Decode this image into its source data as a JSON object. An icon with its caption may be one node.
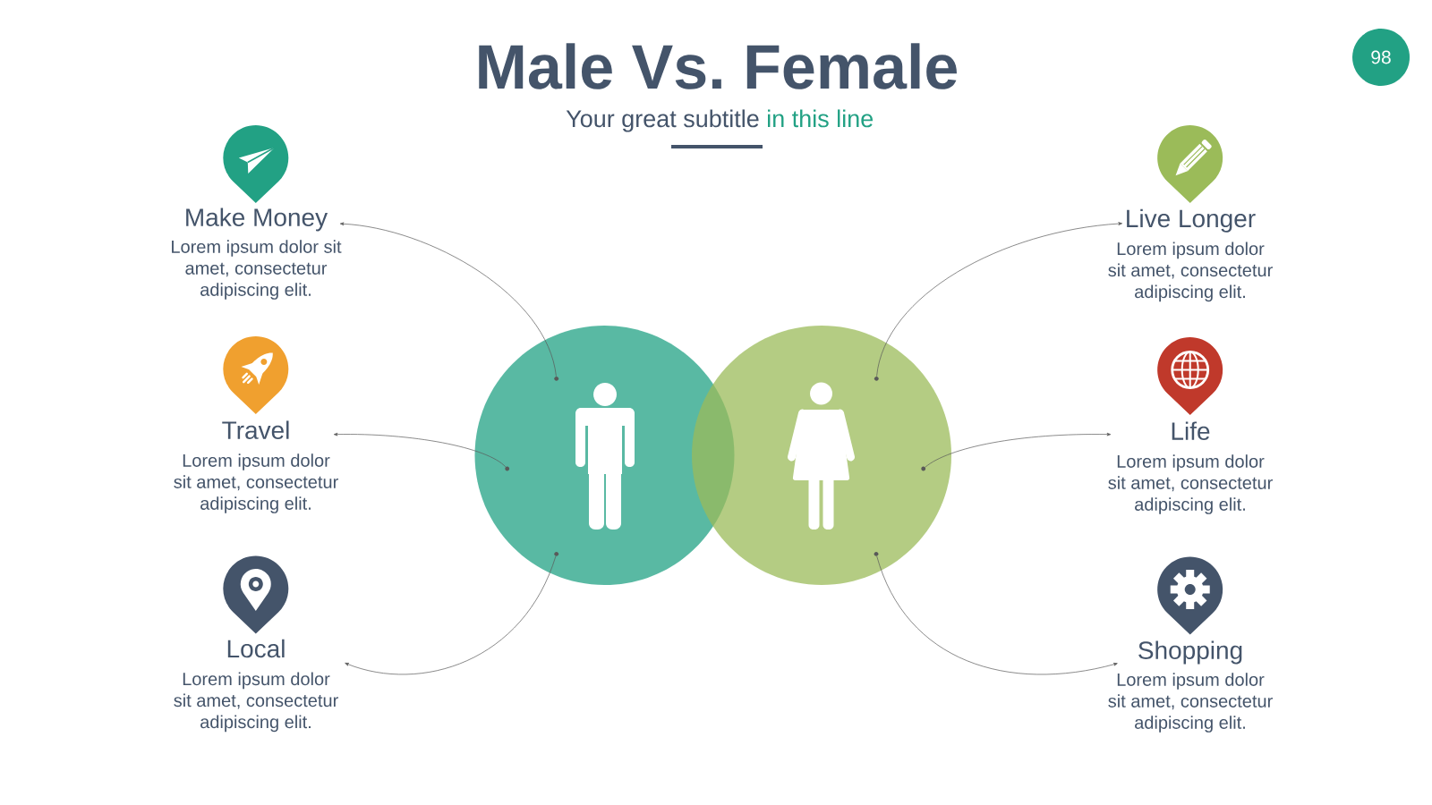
{
  "diagram": {
    "title": "Male Vs. Female",
    "nodes": [
      {
        "text": [
          "98"
        ]
      },
      {
        "text": [
          "Make Money",
          "Lorem ipsum dolor sit amet, consectetur adipiscing elit."
        ]
      },
      {
        "text": [
          "Travel",
          "Lorem ipsum dolor sit amet, consectetur adipiscing elit."
        ]
      },
      {
        "text": [
          "Local",
          "Lorem ipsum dolor sit amet, consectetur adipiscing elit."
        ]
      },
      {
        "text": [],
        "shape": "circle"
      },
      {
        "text": [],
        "shape": "circle",
        "in": 4
      },
      {
        "text": [],
        "shape": "circle",
        "in": 4
      },
      {
        "text": [],
        "shape": "circle",
        "in": 4
      },
      {
        "text": [],
        "shape": "circle"
      },
      {
        "text": [],
        "shape": "circle",
        "in": 8
      },
      {
        "text": [],
        "shape": "circle",
        "in": 8
      },
      {
        "text": [],
        "shape": "circle",
        "in": 8
      },
      {
        "text": [
          "Live Longer",
          "Lorem ipsum dolor sit amet, consectetur adipiscing elit."
        ]
      },
      {
        "text": [
          "Life",
          "Lorem ipsum dolor sit amet, consectetur adipiscing elit."
        ]
      },
      {
        "text": [
          "Shopping",
          "Lorem ipsum dolor sit amet, consectetur adipiscing elit."
        ]
      }
    ],
    "edges": [
      {
        "from": 5,
        "to": 1,
        "arrow": "to"
      },
      {
        "from": 6,
        "to": 2,
        "arrow": "to"
      },
      {
        "from": 7,
        "to": 3,
        "arrow": "to"
      },
      {
        "from": 9,
        "to": 12,
        "arrow": "to"
      },
      {
        "from": 10,
        "to": 13,
        "arrow": "to"
      },
      {
        "from": 11,
        "to": 14,
        "arrow": "to"
      }
    ],
    "labels": [
      "Your great subtitle",
      "in this line"
    ]
  }
}
